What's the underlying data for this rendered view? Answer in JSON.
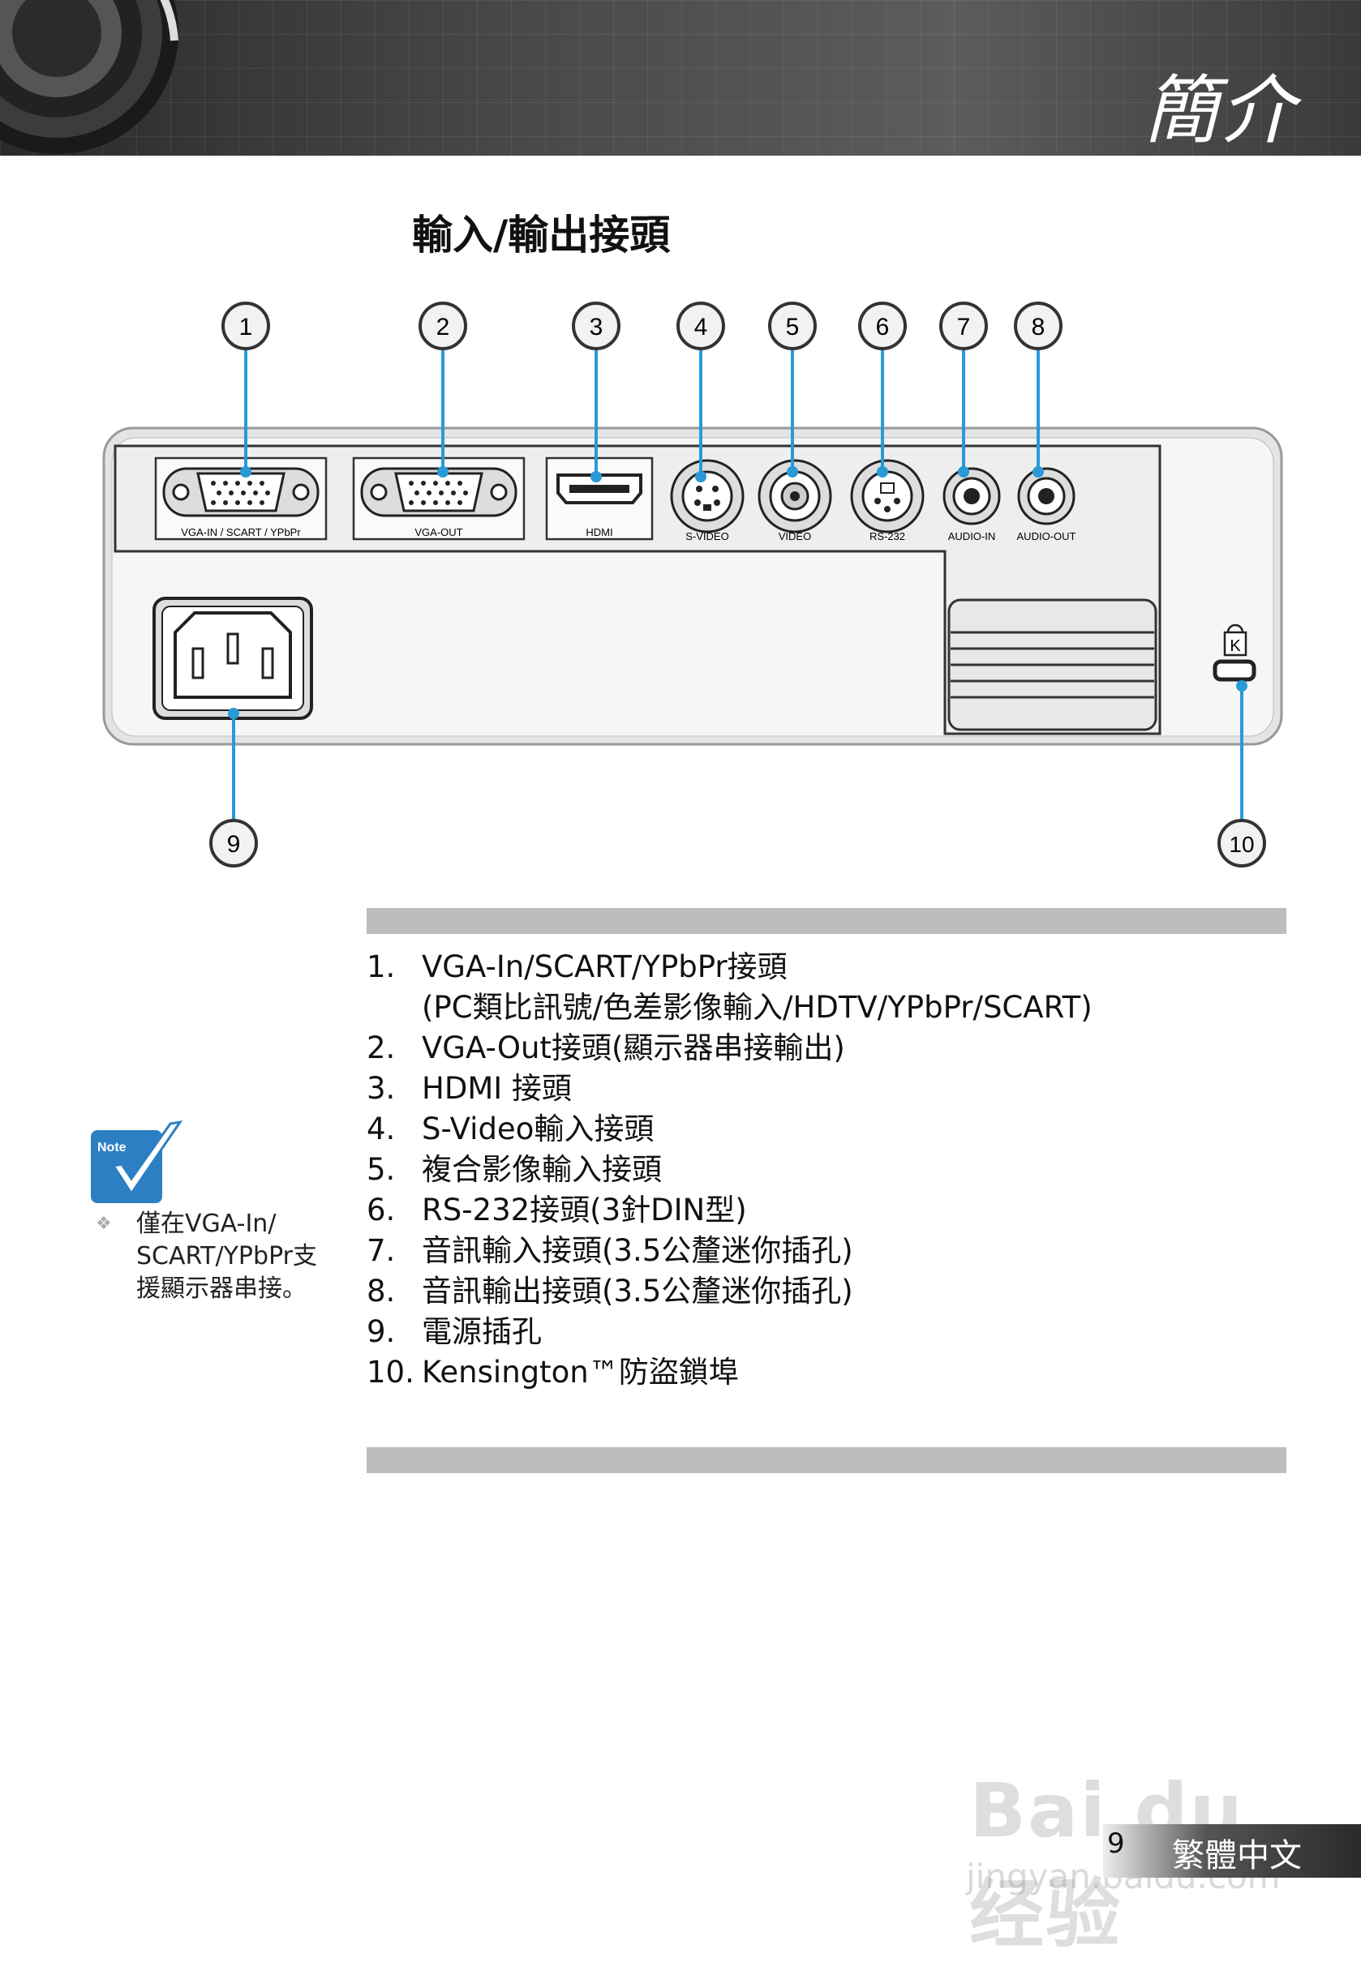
{
  "header": {
    "section_title": "簡介"
  },
  "page_heading": "輸入/輸出接頭",
  "diagram": {
    "callouts": [
      "1",
      "2",
      "3",
      "4",
      "5",
      "6",
      "7",
      "8",
      "9",
      "10"
    ],
    "port_labels": {
      "vga_in": "VGA-IN / SCART / YPbPr",
      "vga_out": "VGA-OUT",
      "hdmi": "HDMI",
      "svideo": "S-VIDEO",
      "video": "VIDEO",
      "rs232": "RS-232",
      "audio_in": "AUDIO-IN",
      "audio_out": "AUDIO-OUT"
    },
    "lock_letter": "K"
  },
  "connectors": [
    {
      "num": "1.",
      "text": "VGA-In/SCART/YPbPr接頭"
    },
    {
      "num": "",
      "text": "(PC類比訊號/色差影像輸入/HDTV/YPbPr/SCART)"
    },
    {
      "num": "2.",
      "text": "VGA-Out接頭(顯示器串接輸出)"
    },
    {
      "num": "3.",
      "text": "HDMI 接頭"
    },
    {
      "num": "4.",
      "text": "S-Video輸入接頭"
    },
    {
      "num": "5.",
      "text": "複合影像輸入接頭"
    },
    {
      "num": "6.",
      "text": "RS-232接頭(3針DIN型)"
    },
    {
      "num": "7.",
      "text": "音訊輸入接頭(3.5公釐迷你插孔)"
    },
    {
      "num": "8.",
      "text": "音訊輸出接頭(3.5公釐迷你插孔)"
    },
    {
      "num": "9.",
      "text": "電源插孔"
    },
    {
      "num": "10.",
      "text": "Kensington™防盜鎖埠"
    }
  ],
  "note": {
    "icon_label": "Note",
    "bullet": "❖",
    "text": "僅在VGA-In/ SCART/YPbPr支援顯示器串接。"
  },
  "footer": {
    "page_number": "9",
    "language": "繁體中文"
  },
  "watermark": {
    "brand": "Bai du 经验",
    "url": "jingyan.baidu.com"
  }
}
